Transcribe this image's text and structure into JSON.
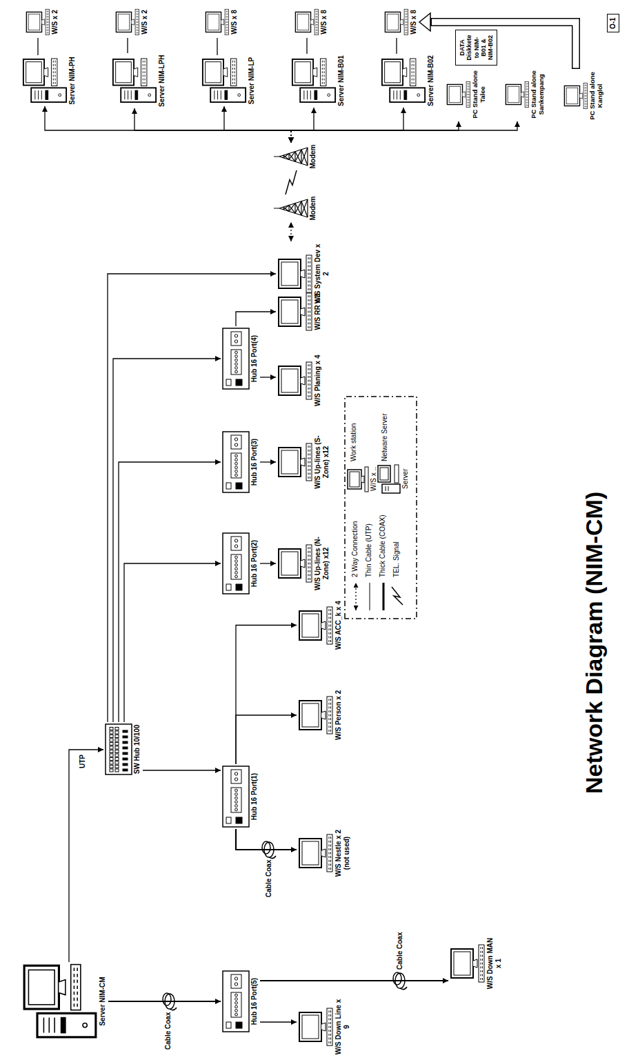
{
  "diagram": {
    "title": "Network Diagram (NIM-CM)",
    "nodes": [
      {
        "text": [
          "Server NIM-CM"
        ]
      },
      {
        "text": [
          "Hub 16 Port(5)"
        ]
      },
      {
        "text": [
          "W/S Down Line x 9"
        ]
      },
      {
        "text": [
          "W/S Down MAN x 1"
        ]
      },
      {
        "text": [
          "SW Hub 10/100"
        ]
      },
      {
        "text": [
          "Hub 16 Port(1)"
        ]
      },
      {
        "text": [
          "W/S Nestle x 2 (not used)"
        ]
      },
      {
        "text": [
          "W/S Person x 2"
        ]
      },
      {
        "text": [
          "W/S ACC_k x 4"
        ]
      },
      {
        "text": [
          "Hub 16 Port(2)"
        ]
      },
      {
        "text": [
          "W/S Up-lines (N-Zone) x12"
        ]
      },
      {
        "text": [
          "Hub 16 Port(3)"
        ]
      },
      {
        "text": [
          "W/S Up-lines (S-Zone) x12"
        ]
      },
      {
        "text": [
          "Hub 16 Port(4)"
        ]
      },
      {
        "text": [
          "W/S Planing x 4"
        ]
      },
      {
        "text": [
          "W/S RR x 3"
        ]
      },
      {
        "text": [
          "W/S System Dev x 2"
        ]
      },
      {
        "text": [
          "Modem"
        ]
      },
      {
        "text": [
          "Modem"
        ]
      },
      {
        "text": [
          "Server NIM-PH"
        ]
      },
      {
        "text": [
          "W/S x 2"
        ]
      },
      {
        "text": [
          "Server NIM-LPH"
        ]
      },
      {
        "text": [
          "W/S x 2"
        ]
      },
      {
        "text": [
          "Server NIM-LP"
        ]
      },
      {
        "text": [
          "W/S x 8"
        ]
      },
      {
        "text": [
          "Server NIM-B01"
        ]
      },
      {
        "text": [
          "W/S x 8"
        ]
      },
      {
        "text": [
          "Server NIM-B02"
        ]
      },
      {
        "text": [
          "W/S x 8"
        ]
      },
      {
        "text": [
          "PC Stand alone Talee"
        ]
      },
      {
        "text": [
          "PC Stand alone Sankempang"
        ]
      },
      {
        "text": [
          "PC Stand alone Kanglol"
        ]
      },
      {
        "text": [
          "DATA Diskkete to NIM-B01 & NIM-B02"
        ]
      }
    ],
    "edges": [
      {
        "from": 0,
        "to": 1,
        "arrow": "to"
      },
      {
        "from": 1,
        "to": 2,
        "arrow": "to"
      },
      {
        "from": 1,
        "to": 3,
        "arrow": "to"
      },
      {
        "from": 0,
        "to": 4,
        "arrow": "to"
      },
      {
        "from": 4,
        "to": 5,
        "arrow": "to"
      },
      {
        "from": 5,
        "to": 6,
        "arrow": "to"
      },
      {
        "from": 5,
        "to": 7,
        "arrow": "to"
      },
      {
        "from": 5,
        "to": 8,
        "arrow": "to"
      },
      {
        "from": 4,
        "to": 9,
        "arrow": "to"
      },
      {
        "from": 4,
        "to": 11,
        "arrow": "to"
      },
      {
        "from": 4,
        "to": 13,
        "arrow": "to"
      },
      {
        "from": 4,
        "to": 16,
        "arrow": "to"
      },
      {
        "from": 9,
        "to": 10,
        "arrow": "to"
      },
      {
        "from": 11,
        "to": 12,
        "arrow": "to"
      },
      {
        "from": 13,
        "to": 14,
        "arrow": "to"
      },
      {
        "from": 13,
        "to": 15,
        "arrow": "to"
      },
      {
        "from": 16,
        "to": 17,
        "arrow": "both"
      },
      {
        "from": 17,
        "to": 18,
        "arrow": "none"
      },
      {
        "from": 18,
        "to": 19,
        "arrow": "both"
      },
      {
        "from": 18,
        "to": 21,
        "arrow": "both"
      },
      {
        "from": 18,
        "to": 23,
        "arrow": "both"
      },
      {
        "from": 18,
        "to": 25,
        "arrow": "both"
      },
      {
        "from": 18,
        "to": 27,
        "arrow": "both"
      },
      {
        "from": 18,
        "to": 29,
        "arrow": "both"
      },
      {
        "from": 18,
        "to": 30,
        "arrow": "both"
      },
      {
        "from": 19,
        "to": 20,
        "arrow": "none"
      },
      {
        "from": 21,
        "to": 22,
        "arrow": "none"
      },
      {
        "from": 23,
        "to": 24,
        "arrow": "none"
      },
      {
        "from": 25,
        "to": 26,
        "arrow": "none"
      },
      {
        "from": 27,
        "to": 28,
        "arrow": "none"
      },
      {
        "from": 31,
        "to": 28,
        "arrow": "to"
      }
    ],
    "labels": [
      "Cable Coax",
      "Cable Coax",
      "Cable Coax",
      "UTP",
      "W/S x ..",
      "Server",
      "O-1"
    ],
    "legend": [
      {
        "text": "2 Way Connection"
      },
      {
        "text": "Thin Cable (UTP)"
      },
      {
        "text": "Thick Cable (COAX)"
      },
      {
        "text": "TEL. Signal"
      },
      {
        "text": "Work station"
      },
      {
        "text": "Netware Server"
      }
    ]
  }
}
